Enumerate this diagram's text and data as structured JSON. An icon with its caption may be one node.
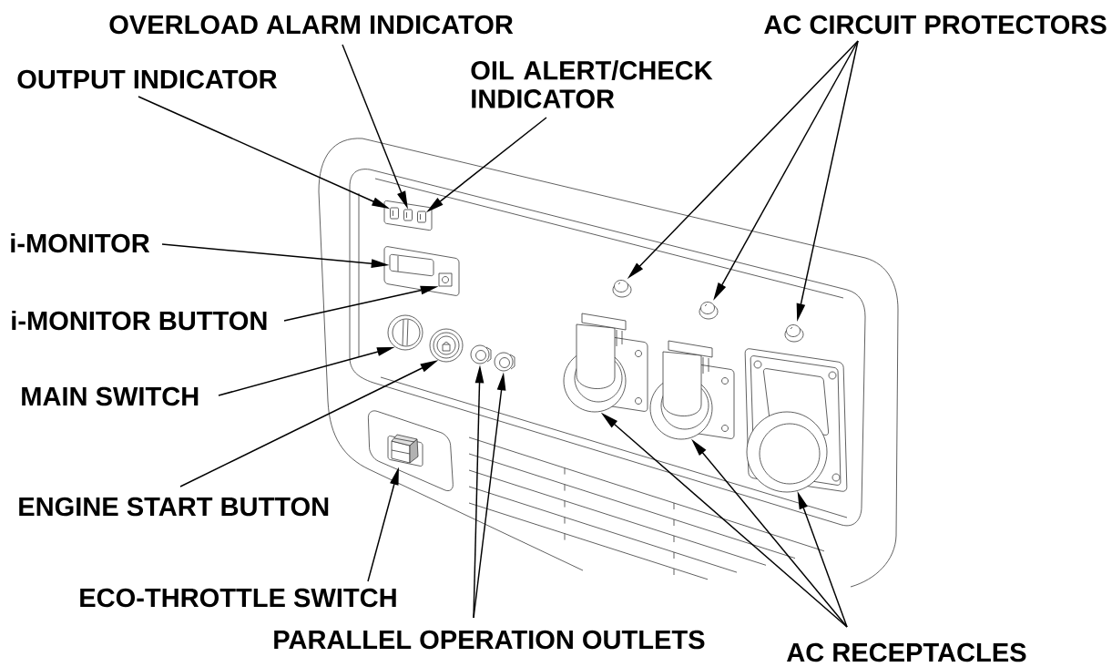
{
  "diagram": {
    "nodes": [
      {
        "text": [
          "OVERLOAD ALARM INDICATOR"
        ]
      },
      {
        "text": [
          "AC CIRCUIT PROTECTORS"
        ]
      },
      {
        "text": [
          "OUTPUT INDICATOR"
        ]
      },
      {
        "text": [
          "OIL ALERT/CHECK INDICATOR"
        ]
      },
      {
        "text": [
          "i-MONITOR"
        ]
      },
      {
        "text": [
          "i-MONITOR BUTTON"
        ]
      },
      {
        "text": [
          "MAIN SWITCH"
        ]
      },
      {
        "text": [
          "ENGINE START BUTTON"
        ]
      },
      {
        "text": [
          "ECO-THROTTLE SWITCH"
        ]
      },
      {
        "text": [
          "PARALLEL OPERATION OUTLETS"
        ]
      },
      {
        "text": [
          "AC RECEPTACLES"
        ]
      },
      {
        "text": [],
        "shape": "picture"
      },
      {
        "text": [],
        "shape": "picture"
      },
      {
        "text": [],
        "shape": "picture"
      },
      {
        "text": [],
        "shape": "picture"
      },
      {
        "text": [],
        "shape": "picture"
      },
      {
        "text": [],
        "shape": "picture"
      },
      {
        "text": [],
        "shape": "picture"
      },
      {
        "text": [],
        "shape": "picture"
      },
      {
        "text": [],
        "shape": "picture"
      },
      {
        "text": [],
        "shape": "picture"
      },
      {
        "text": [],
        "shape": "picture"
      },
      {
        "text": [],
        "shape": "picture"
      },
      {
        "text": [],
        "shape": "picture"
      },
      {
        "text": [],
        "shape": "picture"
      },
      {
        "text": [],
        "shape": "picture"
      },
      {
        "text": [],
        "shape": "picture"
      }
    ],
    "edges": [
      {
        "from": 0,
        "to": 12,
        "arrow": "to"
      },
      {
        "from": 1,
        "to": 16,
        "arrow": "to"
      },
      {
        "from": 1,
        "to": 17,
        "arrow": "to"
      },
      {
        "from": 1,
        "to": 18,
        "arrow": "to"
      },
      {
        "from": 2,
        "to": 11,
        "arrow": "to"
      },
      {
        "from": 3,
        "to": 13,
        "arrow": "to"
      },
      {
        "from": 4,
        "to": 14,
        "arrow": "to"
      },
      {
        "from": 5,
        "to": 15,
        "arrow": "to"
      },
      {
        "from": 6,
        "to": 19,
        "arrow": "to"
      },
      {
        "from": 7,
        "to": 20,
        "arrow": "to"
      },
      {
        "from": 8,
        "to": 26,
        "arrow": "to"
      },
      {
        "from": 9,
        "to": 21,
        "arrow": "to"
      },
      {
        "from": 9,
        "to": 22,
        "arrow": "to"
      },
      {
        "from": 10,
        "to": 23,
        "arrow": "to"
      },
      {
        "from": 10,
        "to": 24,
        "arrow": "to"
      },
      {
        "from": 10,
        "to": 25,
        "arrow": "to"
      }
    ]
  }
}
